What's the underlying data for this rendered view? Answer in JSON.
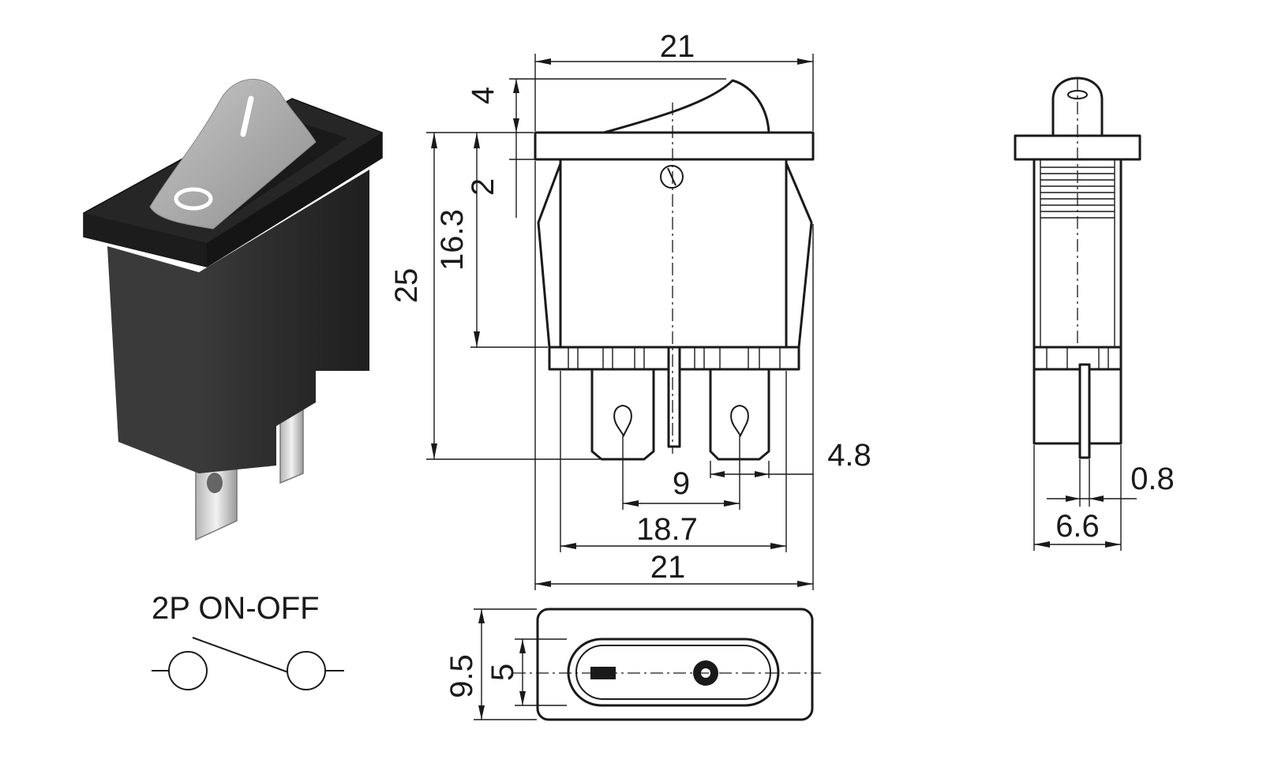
{
  "photo": {
    "rocker_mark_on": "I",
    "rocker_mark_off": "O"
  },
  "schematic": {
    "title": "2P  ON-OFF"
  },
  "front_view": {
    "top_width": "21",
    "rocker_height": "4",
    "flange_thickness": "2",
    "body_height": "16.3",
    "total_height": "25",
    "terminal_width": "4.8",
    "terminal_spacing": "9",
    "body_width": "18.7",
    "bottom_width": "21"
  },
  "side_view": {
    "pin_thickness": "0.8",
    "body_depth": "6.6"
  },
  "top_view": {
    "flange_depth": "9.5",
    "rocker_depth": "5"
  },
  "colors": {
    "line": "#1a1a1a",
    "switch_body": "#2a2a2a",
    "rocker": "#a6a6a6",
    "background": "#ffffff"
  }
}
